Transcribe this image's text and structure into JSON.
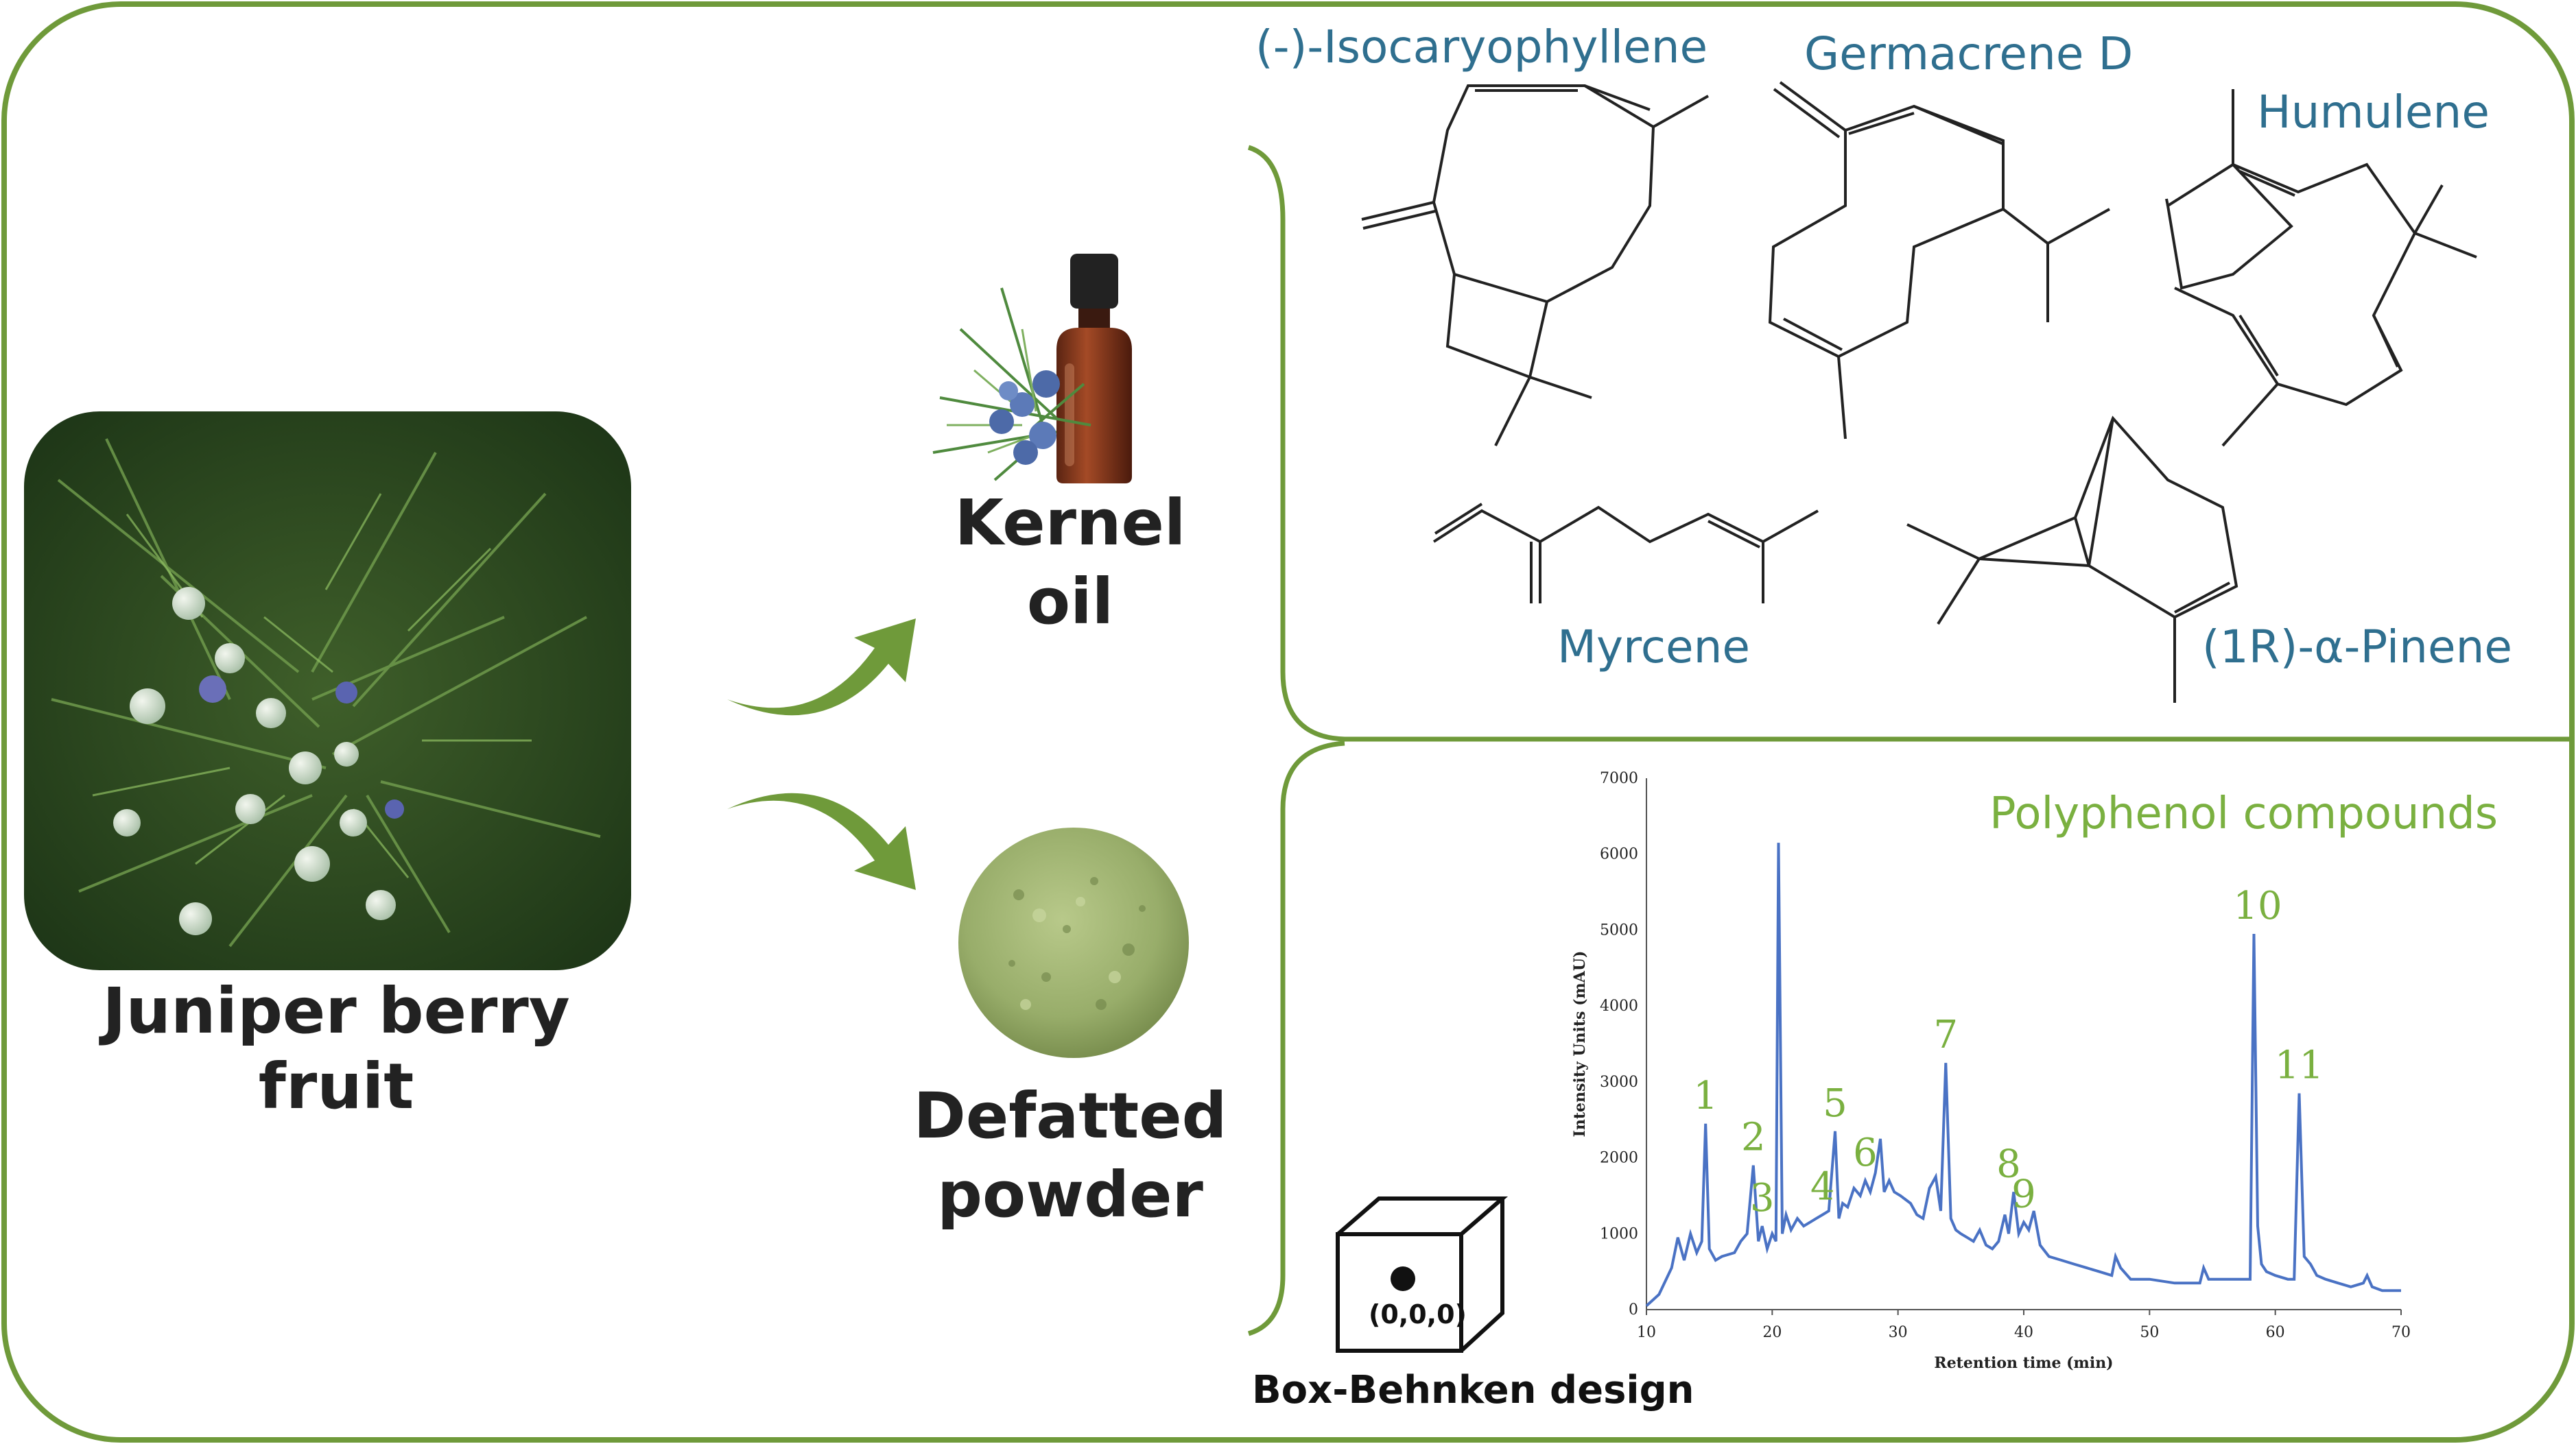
{
  "colors": {
    "frame": "#6f9a3a",
    "arrow": "#6f9a3a",
    "molecule_label": "#2f6f8f",
    "polyphenol_label": "#7ab040",
    "chromatogram": "#4a72c4"
  },
  "left": {
    "fruit_label": "Juniper berry fruit"
  },
  "products": {
    "oil_line1": "Kernel",
    "oil_line2": "oil",
    "powder_line1": "Defatted",
    "powder_line2": "powder"
  },
  "molecules": {
    "isocaryophyllene": "(-)-Isocaryophyllene",
    "germacrene": "Germacrene D",
    "humulene": "Humulene",
    "myrcene": "Myrcene",
    "pinene": "(1R)-α-Pinene"
  },
  "design": {
    "center_point": "(0,0,0)",
    "label": "Box-Behnken design"
  },
  "chart_data": {
    "type": "line",
    "title": "Polyphenol compounds",
    "xlabel": "Retention time (min)",
    "ylabel": "Intensity Units (mAU)",
    "xlim": [
      10,
      70
    ],
    "ylim": [
      0,
      7000
    ],
    "xticks": [
      "10",
      "20",
      "30",
      "40",
      "50",
      "60",
      "70"
    ],
    "yticks": [
      "0",
      "1000",
      "2000",
      "3000",
      "4000",
      "5000",
      "6000",
      "7000"
    ],
    "x": [
      10,
      11,
      12,
      12.5,
      13,
      13.5,
      14,
      14.4,
      14.7,
      15,
      15.5,
      16,
      17,
      17.5,
      18,
      18.5,
      18.9,
      19.2,
      19.6,
      20,
      20.3,
      20.5,
      20.8,
      21.1,
      21.5,
      22,
      22.5,
      23,
      23.5,
      24,
      24.5,
      25,
      25.3,
      25.6,
      26,
      26.5,
      27,
      27.4,
      27.8,
      28.2,
      28.6,
      28.9,
      29.3,
      29.7,
      30.2,
      30.6,
      31,
      31.5,
      32,
      32.5,
      33,
      33.4,
      33.8,
      34.2,
      34.6,
      35,
      35.5,
      36,
      36.5,
      37,
      37.5,
      38,
      38.5,
      38.8,
      39.2,
      39.6,
      40,
      40.4,
      40.8,
      41.3,
      42,
      43,
      44,
      45,
      46,
      47,
      47.3,
      47.7,
      48.5,
      50,
      52,
      54,
      54.3,
      54.7,
      56,
      58,
      58.3,
      58.6,
      58.9,
      59.3,
      60,
      61,
      61.5,
      61.9,
      62.3,
      62.8,
      63.3,
      64,
      65,
      66,
      67,
      67.3,
      67.7,
      68.5,
      69.3,
      70
    ],
    "series": [
      {
        "values": [
          50,
          200,
          550,
          950,
          650,
          1000,
          750,
          900,
          2450,
          800,
          650,
          700,
          750,
          900,
          1000,
          1900,
          900,
          1100,
          800,
          1000,
          900,
          6150,
          1000,
          1250,
          1050,
          1200,
          1100,
          1150,
          1200,
          1250,
          1300,
          2350,
          1200,
          1400,
          1350,
          1600,
          1500,
          1700,
          1550,
          1800,
          2250,
          1550,
          1700,
          1550,
          1500,
          1450,
          1400,
          1250,
          1200,
          1600,
          1750,
          1300,
          3250,
          1200,
          1050,
          1000,
          950,
          900,
          1050,
          850,
          800,
          900,
          1250,
          1000,
          1550,
          1000,
          1150,
          1050,
          1300,
          850,
          700,
          650,
          600,
          550,
          500,
          450,
          700,
          550,
          400,
          400,
          350,
          350,
          550,
          400,
          400,
          400,
          4950,
          1100,
          600,
          500,
          450,
          400,
          400,
          2850,
          700,
          600,
          450,
          400,
          350,
          300,
          350,
          450,
          300,
          250,
          250,
          250
        ]
      }
    ],
    "peak_labels": [
      {
        "label": "1",
        "x": 14.7,
        "y": 2450
      },
      {
        "label": "2",
        "x": 18.5,
        "y": 1900
      },
      {
        "label": "3",
        "x": 19.2,
        "y": 1100
      },
      {
        "label": "4",
        "x": 24,
        "y": 1250
      },
      {
        "label": "5",
        "x": 25,
        "y": 2350
      },
      {
        "label": "6",
        "x": 27.4,
        "y": 1700
      },
      {
        "label": "7",
        "x": 33.8,
        "y": 3250
      },
      {
        "label": "8",
        "x": 38.8,
        "y": 1550
      },
      {
        "label": "9",
        "x": 40,
        "y": 1150
      },
      {
        "label": "10",
        "x": 58.6,
        "y": 4950
      },
      {
        "label": "11",
        "x": 61.9,
        "y": 2850
      }
    ],
    "grid": false
  }
}
